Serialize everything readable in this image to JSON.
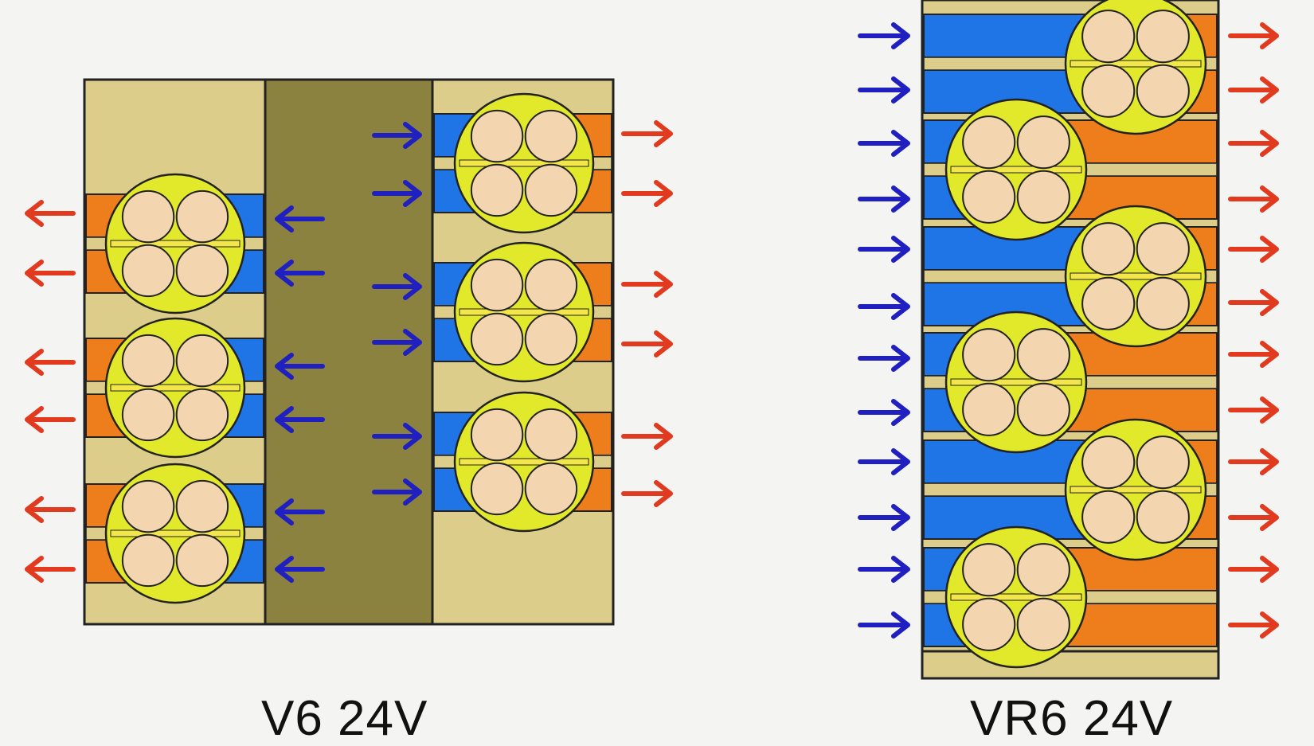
{
  "labels": {
    "v6": "V6 24V",
    "vr6": "VR6 24V"
  },
  "colors": {
    "background": "#f4f4f3",
    "head": "#dccd8a",
    "valley": "#8b8240",
    "intake_port": "#1f74e6",
    "exhaust_port": "#ee7d1b",
    "combustion_chamber": "#e2e82a",
    "valve": "#f3d6b0",
    "intake_arrow": "#2020c0",
    "exhaust_arrow": "#e23a1f",
    "outline": "#222222"
  },
  "diagram": {
    "v6": {
      "left_bank_cylinders": 3,
      "right_bank_cylinders": 3,
      "valves_per_cylinder": 4,
      "intake_side": "valley",
      "exhaust_side": "outer"
    },
    "vr6": {
      "cylinders": 6,
      "valves_per_cylinder": 4,
      "layout": "staggered",
      "intake_side": "left",
      "exhaust_side": "right"
    }
  }
}
